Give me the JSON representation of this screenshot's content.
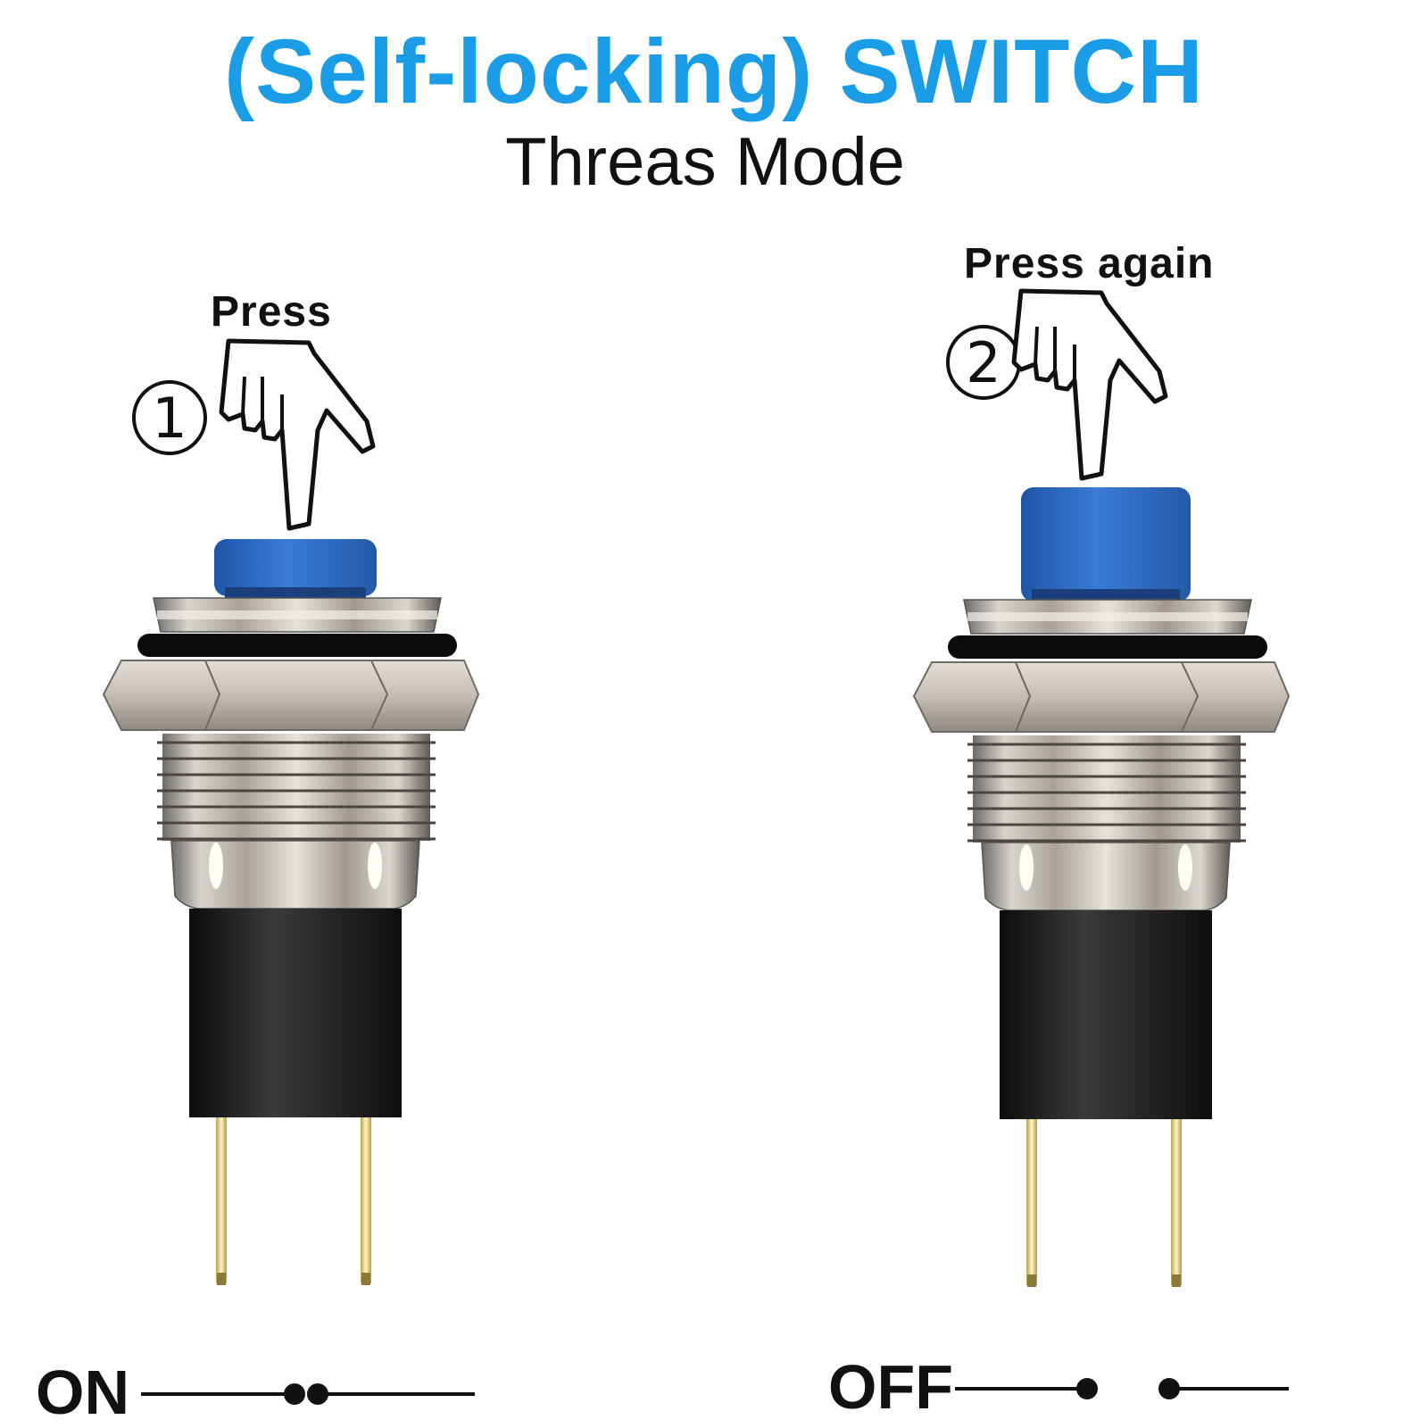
{
  "header": {
    "title": "(Self-locking) SWITCH",
    "subtitle": "Threas Mode"
  },
  "steps": [
    {
      "number": "1",
      "label": "Press",
      "state": "ON",
      "button_state": "pressed"
    },
    {
      "number": "2",
      "label": "Press again",
      "state": "OFF",
      "button_state": "released"
    }
  ],
  "colors": {
    "title": "#1a9de6",
    "button_cap": "#2f6fc8",
    "metal": "#c9c3bb",
    "housing": "#1e1e1e",
    "pins": "#d8c878"
  },
  "icons": [
    "pointing-hand-icon",
    "push-button-switch-icon",
    "circuit-closed-icon",
    "circuit-open-icon"
  ]
}
